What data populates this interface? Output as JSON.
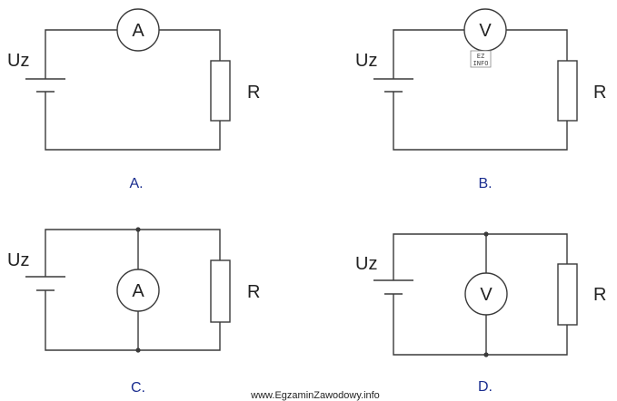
{
  "circuits": [
    {
      "id": "a",
      "caption": "A.",
      "meter": "A",
      "source_label": "Uz",
      "load_label": "R",
      "connection": "series"
    },
    {
      "id": "b",
      "caption": "B.",
      "meter": "V",
      "source_label": "Uz",
      "load_label": "R",
      "connection": "series"
    },
    {
      "id": "c",
      "caption": "C.",
      "meter": "A",
      "source_label": "Uz",
      "load_label": "R",
      "connection": "parallel"
    },
    {
      "id": "d",
      "caption": "D.",
      "meter": "V",
      "source_label": "Uz",
      "load_label": "R",
      "connection": "parallel"
    }
  ],
  "watermark": {
    "line1": "EZ",
    "line2": "INFO"
  },
  "footer": {
    "text": "www.EgzaminZawodowy.info"
  }
}
